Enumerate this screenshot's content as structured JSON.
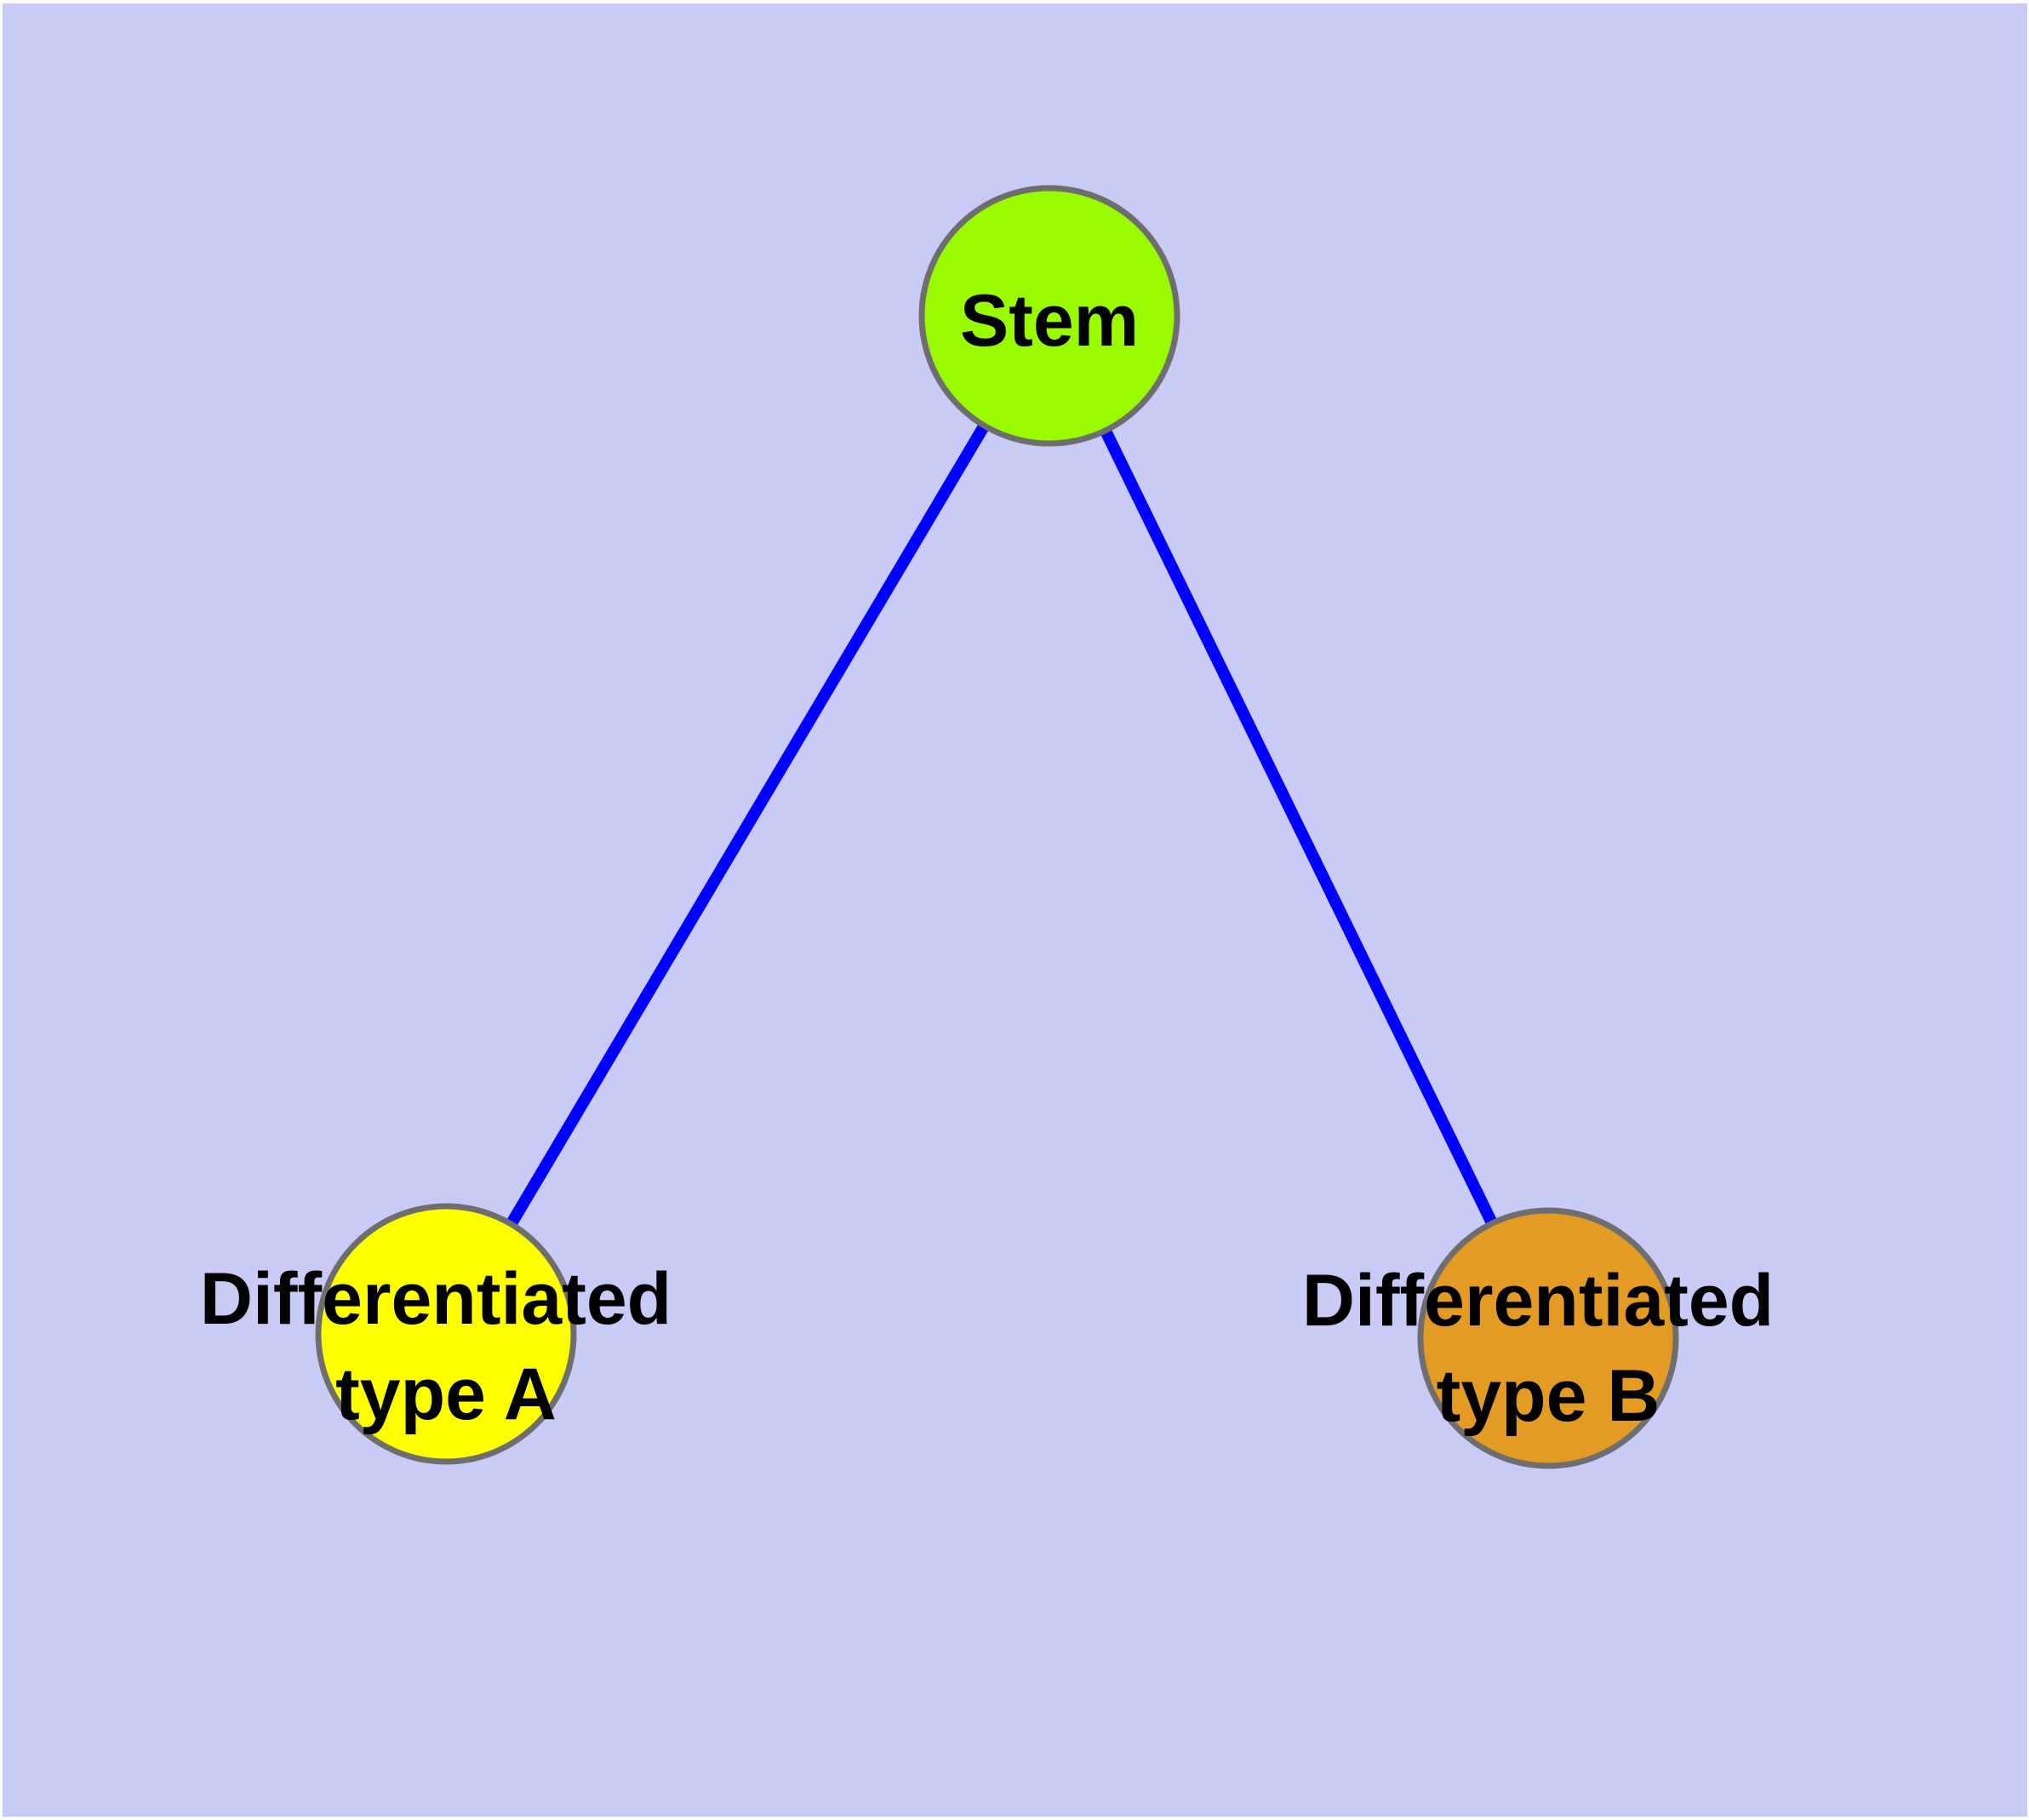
{
  "diagram": {
    "type": "node-link-graph",
    "description": "Stem cell differentiation diagram: a stem node branching to two differentiated cell types",
    "colors": {
      "background": "#CACAF6",
      "frame": "#FFFFFF",
      "edge": "#0000FF",
      "node_stroke": "#6E6E6E",
      "label_text": "#000000",
      "stem_fill": "#9AFB00",
      "type_a_fill": "#FFFF00",
      "type_b_fill": "#E49B23"
    },
    "nodes": {
      "stem": {
        "id": "stem",
        "label": "Stem",
        "fill": "#9AFB00"
      },
      "type_a": {
        "id": "type_a",
        "label": "Differentiated type A",
        "line1": "Differentiated",
        "line2": "type A",
        "fill": "#FFFF00"
      },
      "type_b": {
        "id": "type_b",
        "label": "Differentiated type B",
        "line1": "Differentiated",
        "line2": "type B",
        "fill": "#E49B23"
      }
    },
    "edges": [
      {
        "from": "stem",
        "to": "type_a",
        "color": "#0000FF"
      },
      {
        "from": "stem",
        "to": "type_b",
        "color": "#0000FF"
      }
    ]
  }
}
